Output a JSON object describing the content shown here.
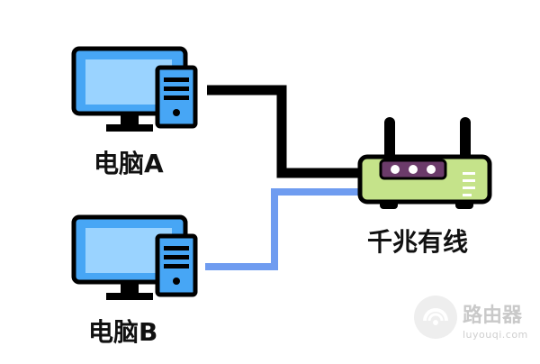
{
  "computers": [
    {
      "label": "电脑A",
      "link_color": "#000000"
    },
    {
      "label": "电脑B",
      "link_color": "#6f9cf0"
    }
  ],
  "router": {
    "label": "千兆有线",
    "body_color": "#c5e38a",
    "indicator_panel_color": "#6b3b6a",
    "indicator_dot_color": "#ffffff"
  },
  "colors": {
    "monitor_fill": "#47a6f5",
    "outline": "#000000",
    "screen_fill": "#9ad3ff"
  },
  "watermark": {
    "text": "路由器",
    "sub": "luyouqi.com"
  }
}
